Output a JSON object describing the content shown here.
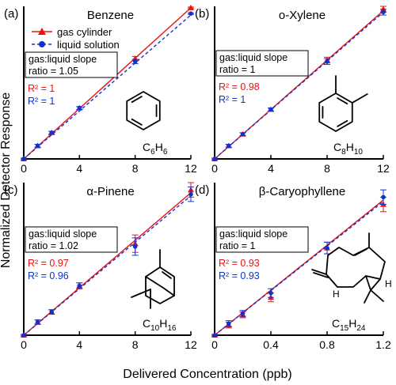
{
  "figure": {
    "ylabel": "Normalized Detector Response",
    "xlabel": "Delivered Concentration (ppb)"
  },
  "legend": {
    "gas_label": "gas cylinder",
    "liquid_label": "liquid solution"
  },
  "colors": {
    "gas": "#ee1111",
    "liquid": "#1133cc",
    "axis": "#000000"
  },
  "chart_data": [
    {
      "type": "line",
      "panel_label": "(a)",
      "title": "Benzene",
      "formula": {
        "base": "C",
        "n1": "6",
        "mid": "H",
        "n2": "6"
      },
      "molecule": "benzene",
      "xticks": [
        "0",
        "4",
        "8",
        "12"
      ],
      "xlim": [
        0,
        12
      ],
      "ylim": [
        0,
        1.05
      ],
      "slope_lines": [
        "gas:liquid slope",
        "ratio = 1.05"
      ],
      "r2_gas": "R² = 1",
      "r2_liquid": "R² = 1",
      "show_legend": true,
      "series": [
        {
          "name": "gas cylinder",
          "x": [
            0,
            1,
            2,
            4,
            8,
            12
          ],
          "y": [
            0.0,
            0.09,
            0.18,
            0.35,
            0.69,
            1.04
          ],
          "err": [
            0.005,
            0.01,
            0.01,
            0.01,
            0.015,
            0.005
          ]
        },
        {
          "name": "liquid solution",
          "x": [
            0,
            1,
            2,
            4,
            8,
            12
          ],
          "y": [
            0.0,
            0.09,
            0.18,
            0.35,
            0.67,
            1.0
          ],
          "err": [
            0.005,
            0.01,
            0.01,
            0.01,
            0.015,
            0.005
          ]
        }
      ],
      "fits": [
        {
          "name": "gas cylinder",
          "x": [
            0,
            12
          ],
          "y": [
            0.0,
            1.04
          ]
        },
        {
          "name": "liquid solution",
          "x": [
            0,
            12
          ],
          "y": [
            0.0,
            0.99
          ]
        }
      ]
    },
    {
      "type": "line",
      "panel_label": "(b)",
      "title": "o-Xylene",
      "formula": {
        "base": "C",
        "n1": "8",
        "mid": "H",
        "n2": "10"
      },
      "molecule": "xylene",
      "xticks": [
        "0",
        "4",
        "8",
        "12"
      ],
      "xlim": [
        0,
        12
      ],
      "ylim": [
        0,
        1.05
      ],
      "slope_lines": [
        "gas:liquid slope",
        "ratio = 1"
      ],
      "r2_gas": "R² = 0.98",
      "r2_liquid": "R² = 1",
      "show_legend": false,
      "series": [
        {
          "name": "gas cylinder",
          "x": [
            0,
            1,
            2,
            4,
            8,
            12
          ],
          "y": [
            0.0,
            0.09,
            0.17,
            0.34,
            0.68,
            1.03
          ],
          "err": [
            0.005,
            0.01,
            0.01,
            0.01,
            0.02,
            0.02
          ]
        },
        {
          "name": "liquid solution",
          "x": [
            0,
            1,
            2,
            4,
            8,
            12
          ],
          "y": [
            0.0,
            0.09,
            0.17,
            0.34,
            0.67,
            1.01
          ],
          "err": [
            0.005,
            0.01,
            0.01,
            0.01,
            0.02,
            0.02
          ]
        }
      ],
      "fits": [
        {
          "name": "gas cylinder",
          "x": [
            0,
            12
          ],
          "y": [
            0.0,
            1.02
          ]
        },
        {
          "name": "liquid solution",
          "x": [
            0,
            12
          ],
          "y": [
            0.0,
            1.01
          ]
        }
      ]
    },
    {
      "type": "line",
      "panel_label": "(c)",
      "title": "α-Pinene",
      "formula": {
        "base": "C",
        "n1": "10",
        "mid": "H",
        "n2": "16"
      },
      "molecule": "pinene",
      "xticks": [
        "0",
        "4",
        "8",
        "12"
      ],
      "xlim": [
        0,
        12
      ],
      "ylim": [
        0,
        1.05
      ],
      "slope_lines": [
        "gas:liquid slope",
        "ratio = 1.02"
      ],
      "r2_gas": "R² = 0.97",
      "r2_liquid": "R² = 0.96",
      "show_legend": false,
      "series": [
        {
          "name": "gas cylinder",
          "x": [
            0,
            1,
            2,
            4,
            8,
            12
          ],
          "y": [
            0.0,
            0.09,
            0.16,
            0.34,
            0.63,
            1.0
          ],
          "err": [
            0.005,
            0.015,
            0.015,
            0.02,
            0.06,
            0.05
          ]
        },
        {
          "name": "liquid solution",
          "x": [
            0,
            1,
            2,
            4,
            8,
            12
          ],
          "y": [
            0.0,
            0.09,
            0.16,
            0.34,
            0.61,
            0.97
          ],
          "err": [
            0.005,
            0.015,
            0.015,
            0.02,
            0.06,
            0.05
          ]
        }
      ],
      "fits": [
        {
          "name": "gas cylinder",
          "x": [
            0,
            12
          ],
          "y": [
            0.0,
            0.98
          ]
        },
        {
          "name": "liquid solution",
          "x": [
            0,
            12
          ],
          "y": [
            0.0,
            0.96
          ]
        }
      ]
    },
    {
      "type": "line",
      "panel_label": "(d)",
      "title": "β-Caryophyllene",
      "formula": {
        "base": "C",
        "n1": "15",
        "mid": "H",
        "n2": "24"
      },
      "molecule": "caryophyllene",
      "xticks": [
        "0",
        "0.4",
        "0.8",
        "1.2"
      ],
      "xlim": [
        0,
        1.2
      ],
      "ylim": [
        0,
        1.05
      ],
      "slope_lines": [
        "gas:liquid slope",
        "ratio = 1"
      ],
      "r2_gas": "R² = 0.93",
      "r2_liquid": "R² = 0.93",
      "show_legend": false,
      "series": [
        {
          "name": "gas cylinder",
          "x": [
            0,
            0.1,
            0.2,
            0.4,
            0.8,
            1.2
          ],
          "y": [
            0.0,
            0.07,
            0.14,
            0.26,
            0.6,
            0.9
          ],
          "err": [
            0.005,
            0.02,
            0.02,
            0.03,
            0.04,
            0.05
          ]
        },
        {
          "name": "liquid solution",
          "x": [
            0,
            0.1,
            0.2,
            0.4,
            0.8,
            1.2
          ],
          "y": [
            0.0,
            0.08,
            0.15,
            0.29,
            0.6,
            0.95
          ],
          "err": [
            0.005,
            0.02,
            0.02,
            0.03,
            0.04,
            0.05
          ]
        }
      ],
      "fits": [
        {
          "name": "gas cylinder",
          "x": [
            0,
            1.2
          ],
          "y": [
            0.0,
            0.93
          ]
        },
        {
          "name": "liquid solution",
          "x": [
            0,
            1.2
          ],
          "y": [
            0.0,
            0.92
          ]
        }
      ]
    }
  ]
}
